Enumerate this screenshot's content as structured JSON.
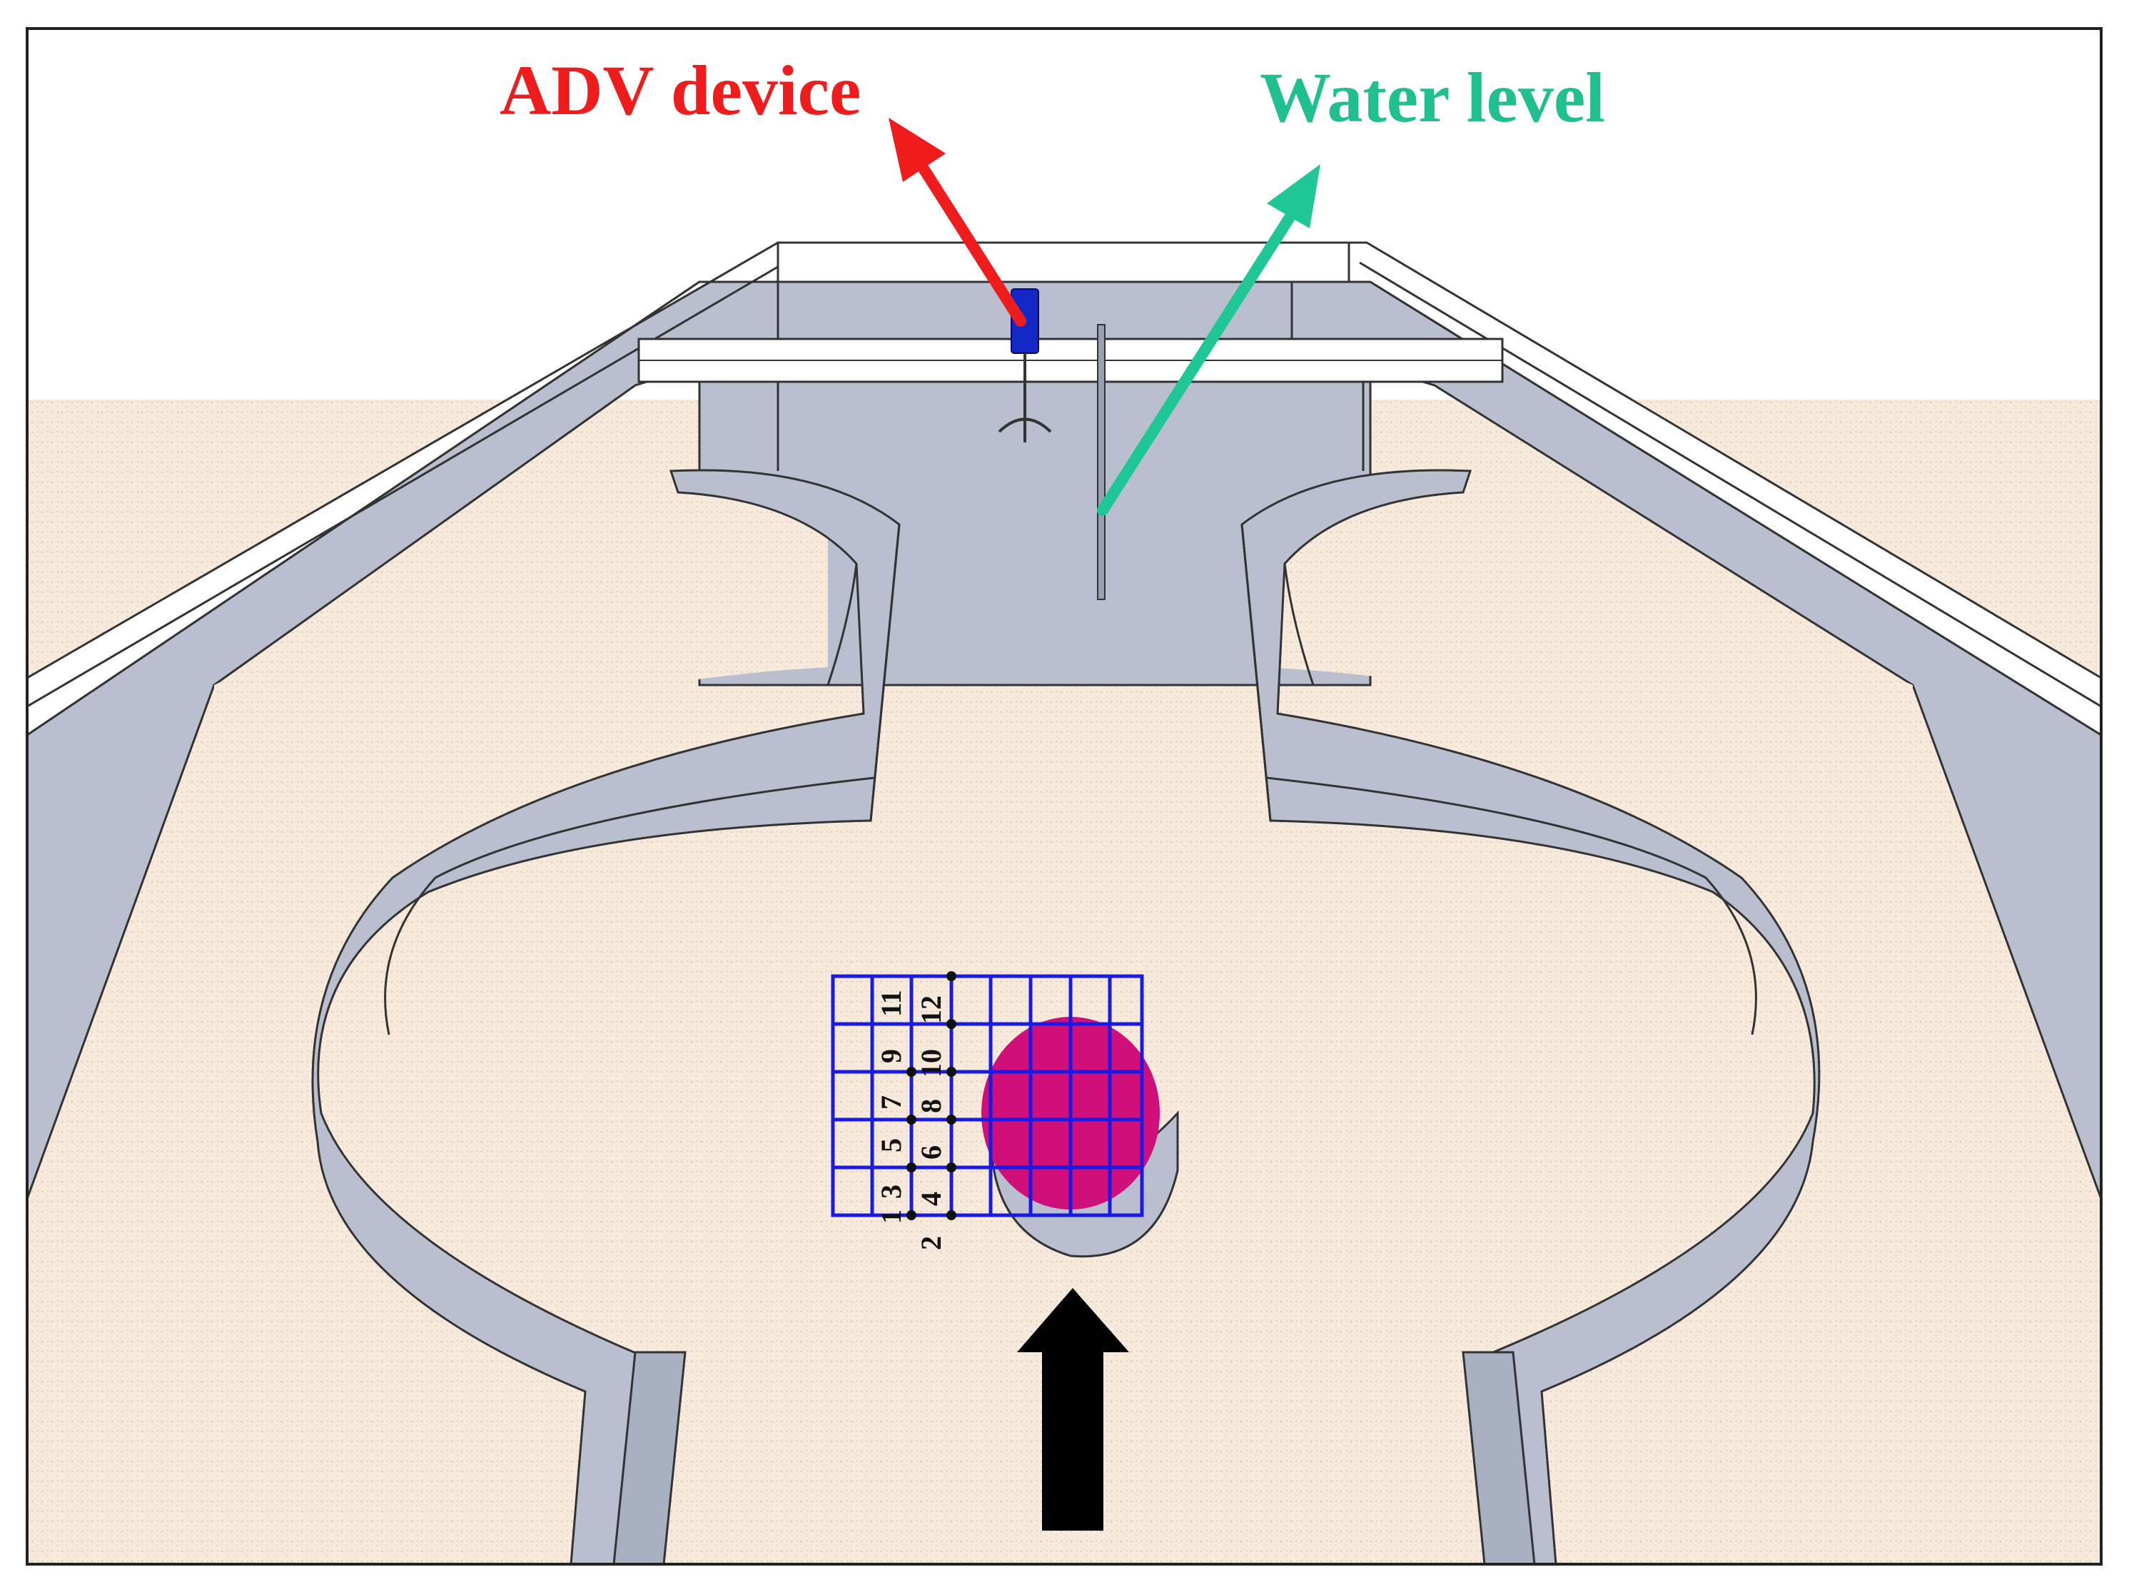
{
  "labels": {
    "adv_device": "ADV device",
    "water_level": "Water level"
  },
  "grid_numbers": [
    "1",
    "2",
    "3",
    "4",
    "5",
    "6",
    "7",
    "8",
    "9",
    "10",
    "11",
    "12"
  ],
  "colors": {
    "adv_label": "#ee1c1c",
    "water_label": "#1fbf8f",
    "adv_arrow": "#ee1c1c",
    "water_arrow": "#1fc796",
    "wall": "#b9bfcf",
    "wall_dark": "#a9b0c2",
    "sand": "#f7eadc",
    "grid_blue": "#1a1ae6",
    "pier_magenta": "#d0107a",
    "device_blue": "#1428c8",
    "flow_arrow": "#000000"
  },
  "icons": {
    "flow_direction": "up-arrow-icon",
    "adv_pointer": "arrow-icon",
    "water_pointer": "arrow-icon"
  }
}
